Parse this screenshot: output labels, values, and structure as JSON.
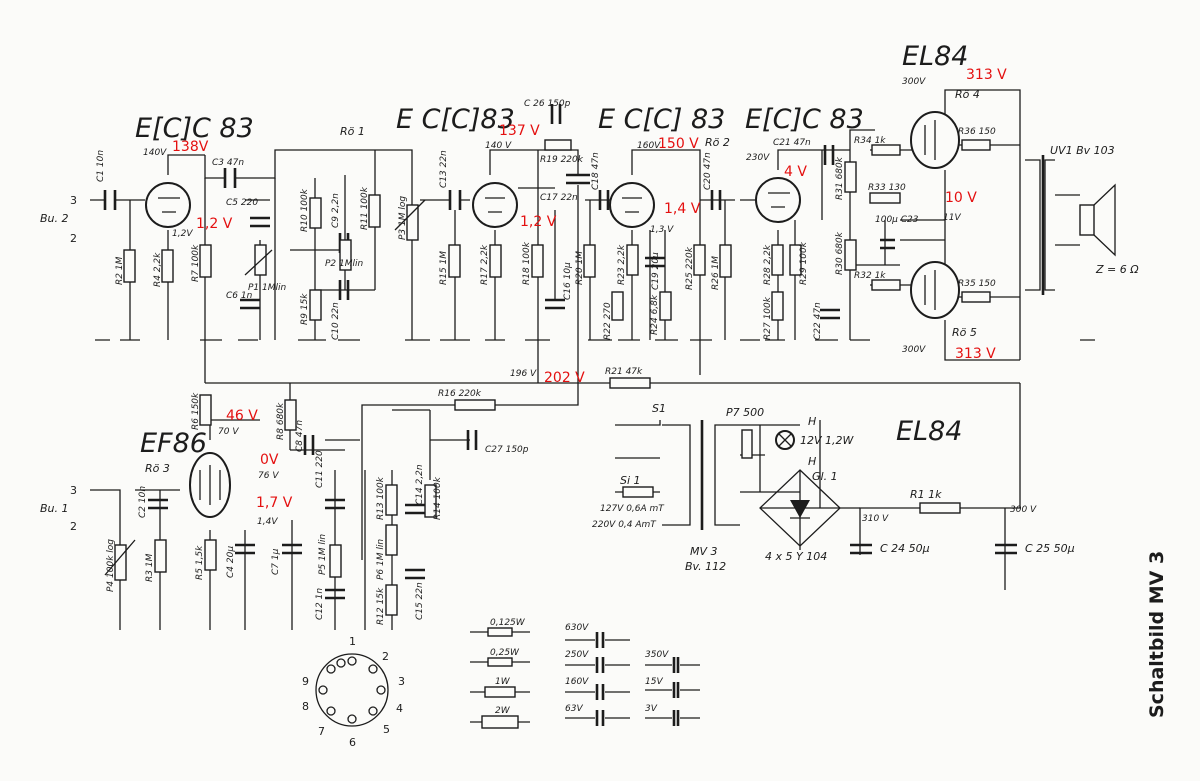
{
  "title": "Schaltbild MV 3",
  "tube_labels": [
    {
      "id": "v1",
      "text": "E[C]C 83"
    },
    {
      "id": "v2",
      "text": "E C[C]83"
    },
    {
      "id": "v3",
      "text": "E C[C] 83"
    },
    {
      "id": "v4",
      "text": "E[C]C 83"
    },
    {
      "id": "el84a",
      "text": "EL84"
    },
    {
      "id": "el84b",
      "text": "EL84"
    },
    {
      "id": "ef86",
      "text": "EF86"
    }
  ],
  "tube_names": [
    "Rö 1",
    "Rö 2",
    "Rö 3",
    "Rö 4",
    "Rö 5"
  ],
  "inputs": [
    "Bu. 2",
    "Bu. 1"
  ],
  "voltage_annotations": [
    {
      "id": "v138",
      "text": "138V"
    },
    {
      "id": "v137",
      "text": "137 V"
    },
    {
      "id": "v150",
      "text": "150 V"
    },
    {
      "id": "v313a",
      "text": "313 V"
    },
    {
      "id": "v4",
      "text": "4 V"
    },
    {
      "id": "v10",
      "text": "10 V"
    },
    {
      "id": "v12a",
      "text": "1,2 V"
    },
    {
      "id": "v12b",
      "text": "1,2 V"
    },
    {
      "id": "v14",
      "text": "1,4 V"
    },
    {
      "id": "v313b",
      "text": "313 V"
    },
    {
      "id": "v202",
      "text": "202 V"
    },
    {
      "id": "v46",
      "text": "46 V"
    },
    {
      "id": "v0",
      "text": "0V"
    },
    {
      "id": "v17",
      "text": "1,7 V"
    }
  ],
  "printed_voltages": [
    "140V",
    "140 V",
    "160V",
    "230V",
    "300V",
    "300V",
    "11V",
    "1,2V",
    "1,3 V",
    "196 V",
    "70 V",
    "76 V",
    "1,4V",
    "310 V",
    "300 V"
  ],
  "components": [
    {
      "id": "c1",
      "text": "C1 10n"
    },
    {
      "id": "r2",
      "text": "R2 1M"
    },
    {
      "id": "r4",
      "text": "R4 2,2k"
    },
    {
      "id": "r7",
      "text": "R7 100k"
    },
    {
      "id": "c3",
      "text": "C3 47n"
    },
    {
      "id": "c5",
      "text": "C5 220"
    },
    {
      "id": "p1",
      "text": "P1 1Mlin"
    },
    {
      "id": "c6",
      "text": "C6 1n"
    },
    {
      "id": "r10",
      "text": "R10 100k"
    },
    {
      "id": "c9",
      "text": "C9 2,2n"
    },
    {
      "id": "p2",
      "text": "P2 1Mlin"
    },
    {
      "id": "r11",
      "text": "R11 100k"
    },
    {
      "id": "r9",
      "text": "R9 15k"
    },
    {
      "id": "c10",
      "text": "C10 22n"
    },
    {
      "id": "p3",
      "text": "P3 1M log"
    },
    {
      "id": "c13",
      "text": "C13 22n"
    },
    {
      "id": "r15",
      "text": "R15 1M"
    },
    {
      "id": "r17",
      "text": "R17 2,2k"
    },
    {
      "id": "r18",
      "text": "R18 100k"
    },
    {
      "id": "c26",
      "text": "C 26 150p"
    },
    {
      "id": "r19",
      "text": "R19 220k"
    },
    {
      "id": "c17",
      "text": "C17 22n"
    },
    {
      "id": "c16",
      "text": "C16 10μ"
    },
    {
      "id": "c18",
      "text": "C18 47n"
    },
    {
      "id": "r20",
      "text": "R20 1M"
    },
    {
      "id": "r23",
      "text": "R23 2,2k"
    },
    {
      "id": "c19",
      "text": "C19 20μ"
    },
    {
      "id": "r25",
      "text": "R25 220k"
    },
    {
      "id": "r22",
      "text": "R22 270"
    },
    {
      "id": "r24",
      "text": "R24 6,8k"
    },
    {
      "id": "c20",
      "text": "C20 47n"
    },
    {
      "id": "c21",
      "text": "C21 47n"
    },
    {
      "id": "r26",
      "text": "R26 1M"
    },
    {
      "id": "r28",
      "text": "R28 2,2k"
    },
    {
      "id": "r29",
      "text": "R29 100k"
    },
    {
      "id": "r27",
      "text": "R27 100k"
    },
    {
      "id": "r31",
      "text": "R31 680k"
    },
    {
      "id": "r30",
      "text": "R30 680k"
    },
    {
      "id": "c22",
      "text": "C22 47n"
    },
    {
      "id": "r34",
      "text": "R34 1k"
    },
    {
      "id": "r33",
      "text": "R33 130"
    },
    {
      "id": "c23",
      "text": "100μ C23"
    },
    {
      "id": "r32",
      "text": "R32 1k"
    },
    {
      "id": "r36",
      "text": "R36 150"
    },
    {
      "id": "r35",
      "text": "R35 150"
    },
    {
      "id": "uv1",
      "text": "UV1 Bv 103"
    },
    {
      "id": "z",
      "text": "Z = 6 Ω"
    },
    {
      "id": "r21",
      "text": "R21 47k"
    },
    {
      "id": "r16",
      "text": "R16 220k"
    },
    {
      "id": "c27",
      "text": "C27 150p"
    },
    {
      "id": "r6",
      "text": "R6 150k"
    },
    {
      "id": "r8",
      "text": "R8 680k"
    },
    {
      "id": "c8",
      "text": "C8 47n"
    },
    {
      "id": "c2",
      "text": "C2 10n"
    },
    {
      "id": "p4",
      "text": "P4 100k log"
    },
    {
      "id": "r3",
      "text": "R3 1M"
    },
    {
      "id": "r5",
      "text": "R5 1,5k"
    },
    {
      "id": "c4",
      "text": "C4 20μ"
    },
    {
      "id": "c7",
      "text": "C7 1μ"
    },
    {
      "id": "p5",
      "text": "P5 1M lin"
    },
    {
      "id": "c11",
      "text": "C11 220"
    },
    {
      "id": "c12",
      "text": "C12 1n"
    },
    {
      "id": "r13",
      "text": "R13 100k"
    },
    {
      "id": "p6",
      "text": "P6 1M lin"
    },
    {
      "id": "c14",
      "text": "C14 2,2n"
    },
    {
      "id": "r14",
      "text": "R14 100k"
    },
    {
      "id": "r12",
      "text": "R12 15k"
    },
    {
      "id": "c15",
      "text": "C15 22n"
    },
    {
      "id": "s1",
      "text": "S1"
    },
    {
      "id": "p7",
      "text": "P7 500"
    },
    {
      "id": "lamp",
      "text": "12V 1,2W"
    },
    {
      "id": "si1",
      "text": "Si 1"
    },
    {
      "id": "fuse",
      "text": "127V 0,6A mT"
    },
    {
      "id": "fuse2",
      "text": "220V 0,4 AmT"
    },
    {
      "id": "gl1",
      "text": "Gl. 1"
    },
    {
      "id": "mv3",
      "text": "MV 3"
    },
    {
      "id": "bv112",
      "text": "Bv. 112"
    },
    {
      "id": "rect",
      "text": "4 x 5 Y 104"
    },
    {
      "id": "r1",
      "text": "R1 1k"
    },
    {
      "id": "c24",
      "text": "C 24 50μ"
    },
    {
      "id": "c25",
      "text": "C 25 50μ"
    }
  ],
  "legend": {
    "resistors": [
      "0,125W",
      "0,25W",
      "1W",
      "2W"
    ],
    "capacitors_a": [
      "630V",
      "250V",
      "160V",
      "63V"
    ],
    "capacitors_b": [
      "350V",
      "15V",
      "3V"
    ]
  },
  "socket_pins": [
    "1",
    "2",
    "3",
    "4",
    "5",
    "6",
    "7",
    "8",
    "9"
  ],
  "heater_taps": [
    "H",
    "H"
  ]
}
